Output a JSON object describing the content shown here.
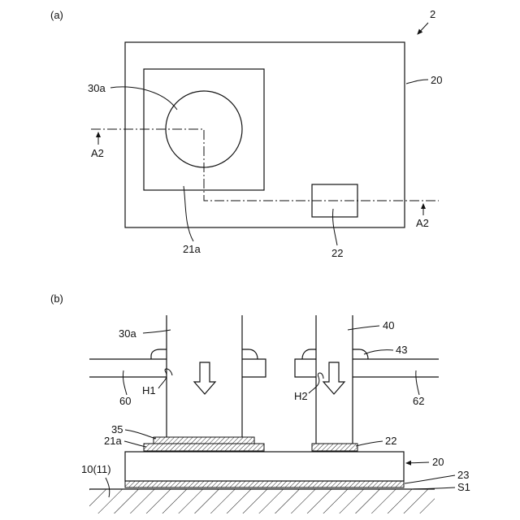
{
  "figure_a": {
    "label": "(a)",
    "ref_device": "2",
    "ref_substrate": "20",
    "ref_window": "30a",
    "ref_region": "21a",
    "ref_pad": "22",
    "ref_section_left": "A2",
    "ref_section_right": "A2"
  },
  "figure_b": {
    "label": "(b)",
    "ref_tool_a": "30a",
    "ref_tool_b": "40",
    "ref_flange": "43",
    "ref_hole_1": "H1",
    "ref_hole_2": "H2",
    "ref_plate_left": "60",
    "ref_plate_right": "62",
    "ref_layer_35": "35",
    "ref_layer_21a": "21a",
    "ref_layer_22": "22",
    "ref_substrate": "20",
    "ref_base": "10(11)",
    "ref_layer_23": "23",
    "ref_surface": "S1"
  }
}
